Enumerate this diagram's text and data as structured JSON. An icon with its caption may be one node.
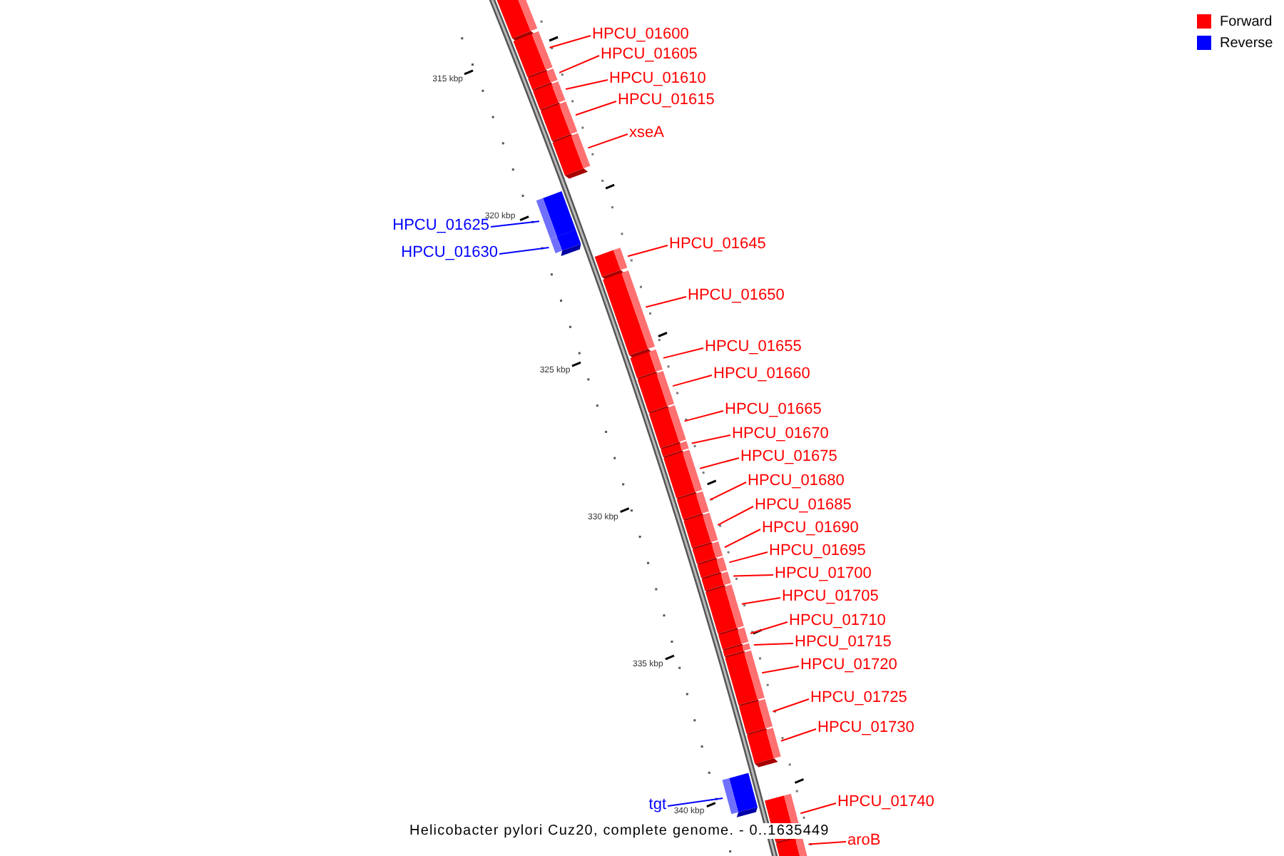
{
  "diagram": {
    "caption": "Helicobacter pylori Cuz20, complete genome. - 0..1635449",
    "nodes": [
      {
        "text": [],
        "shape": "bar"
      },
      {
        "text": [
          "HPCU_01600"
        ]
      },
      {
        "text": [],
        "shape": "bar"
      },
      {
        "text": [
          "HPCU_01605"
        ]
      },
      {
        "text": [],
        "shape": "bar"
      },
      {
        "text": [
          "HPCU_01610"
        ]
      },
      {
        "text": [],
        "shape": "bar"
      },
      {
        "text": [
          "HPCU_01615"
        ]
      },
      {
        "text": [],
        "shape": "bar"
      },
      {
        "text": [
          "xseA"
        ]
      },
      {
        "text": [],
        "shape": "bar"
      },
      {
        "text": [
          "HPCU_01625"
        ]
      },
      {
        "text": [],
        "shape": "bar"
      },
      {
        "text": [
          "HPCU_01630"
        ]
      },
      {
        "text": [],
        "shape": "bar"
      },
      {
        "text": [
          "HPCU_01645"
        ]
      },
      {
        "text": [],
        "shape": "bar"
      },
      {
        "text": [
          "HPCU_01650"
        ]
      },
      {
        "text": [],
        "shape": "bar"
      },
      {
        "text": [
          "HPCU_01655"
        ]
      },
      {
        "text": [],
        "shape": "bar"
      },
      {
        "text": [
          "HPCU_01660"
        ]
      },
      {
        "text": [],
        "shape": "bar"
      },
      {
        "text": [
          "HPCU_01665"
        ]
      },
      {
        "text": [],
        "shape": "bar"
      },
      {
        "text": [
          "HPCU_01670"
        ]
      },
      {
        "text": [],
        "shape": "bar"
      },
      {
        "text": [
          "HPCU_01675"
        ]
      },
      {
        "text": [],
        "shape": "bar"
      },
      {
        "text": [
          "HPCU_01680"
        ]
      },
      {
        "text": [],
        "shape": "bar"
      },
      {
        "text": [
          "HPCU_01685"
        ]
      },
      {
        "text": [],
        "shape": "bar"
      },
      {
        "text": [
          "HPCU_01690"
        ]
      },
      {
        "text": [],
        "shape": "bar"
      },
      {
        "text": [
          "HPCU_01695"
        ]
      },
      {
        "text": [],
        "shape": "bar"
      },
      {
        "text": [
          "HPCU_01700"
        ]
      },
      {
        "text": [],
        "shape": "bar"
      },
      {
        "text": [
          "HPCU_01705"
        ]
      },
      {
        "text": [],
        "shape": "bar"
      },
      {
        "text": [
          "HPCU_01710"
        ]
      },
      {
        "text": [],
        "shape": "bar"
      },
      {
        "text": [
          "HPCU_01715"
        ]
      },
      {
        "text": [],
        "shape": "bar"
      },
      {
        "text": [
          "HPCU_01720"
        ]
      },
      {
        "text": [],
        "shape": "bar"
      },
      {
        "text": [
          "HPCU_01725"
        ]
      },
      {
        "text": [],
        "shape": "bar"
      },
      {
        "text": [
          "HPCU_01730"
        ]
      },
      {
        "text": [],
        "shape": "bar"
      },
      {
        "text": [
          "tgt"
        ]
      },
      {
        "text": [],
        "shape": "bar"
      },
      {
        "text": [
          "HPCU_01740"
        ]
      },
      {
        "text": [],
        "shape": "bar"
      },
      {
        "text": [
          "aroB"
        ]
      },
      {
        "text": [],
        "shape": "bar"
      }
    ],
    "edges": [
      {
        "from": 1,
        "to": 2,
        "arrow": "none"
      },
      {
        "from": 3,
        "to": 4,
        "arrow": "none"
      },
      {
        "from": 5,
        "to": 6,
        "arrow": "none"
      },
      {
        "from": 7,
        "to": 8,
        "arrow": "none"
      },
      {
        "from": 9,
        "to": 10,
        "arrow": "none"
      },
      {
        "from": 11,
        "to": 12,
        "arrow": "none",
        "color": "#0000ff"
      },
      {
        "from": 13,
        "to": 14,
        "arrow": "none",
        "color": "#0000ff"
      },
      {
        "from": 15,
        "to": 16,
        "arrow": "none"
      },
      {
        "from": 17,
        "to": 18,
        "arrow": "none"
      },
      {
        "from": 19,
        "to": 20,
        "arrow": "none"
      },
      {
        "from": 21,
        "to": 22,
        "arrow": "none"
      },
      {
        "from": 23,
        "to": 24,
        "arrow": "none"
      },
      {
        "from": 25,
        "to": 26,
        "arrow": "none"
      },
      {
        "from": 27,
        "to": 28,
        "arrow": "none"
      },
      {
        "from": 29,
        "to": 30,
        "arrow": "none"
      },
      {
        "from": 31,
        "to": 32,
        "arrow": "none"
      },
      {
        "from": 33,
        "to": 34,
        "arrow": "none"
      },
      {
        "from": 35,
        "to": 36,
        "arrow": "none"
      },
      {
        "from": 37,
        "to": 38,
        "arrow": "none"
      },
      {
        "from": 39,
        "to": 40,
        "arrow": "none"
      },
      {
        "from": 41,
        "to": 42,
        "arrow": "none"
      },
      {
        "from": 43,
        "to": 44,
        "arrow": "none"
      },
      {
        "from": 45,
        "to": 46,
        "arrow": "none"
      },
      {
        "from": 47,
        "to": 48,
        "arrow": "none"
      },
      {
        "from": 49,
        "to": 50,
        "arrow": "none"
      },
      {
        "from": 51,
        "to": 52,
        "arrow": "none",
        "color": "#0000ff"
      },
      {
        "from": 53,
        "to": 54,
        "arrow": "none"
      },
      {
        "from": 55,
        "to": 56,
        "arrow": "none"
      }
    ],
    "labels": [
      "315 kbp",
      "320 kbp",
      "325 kbp",
      "330 kbp",
      "335 kbp",
      "340 kbp"
    ],
    "legend": [
      {
        "text": "Forward",
        "color": "#ff0000"
      },
      {
        "text": "Reverse",
        "color": "#0000ff"
      }
    ]
  }
}
